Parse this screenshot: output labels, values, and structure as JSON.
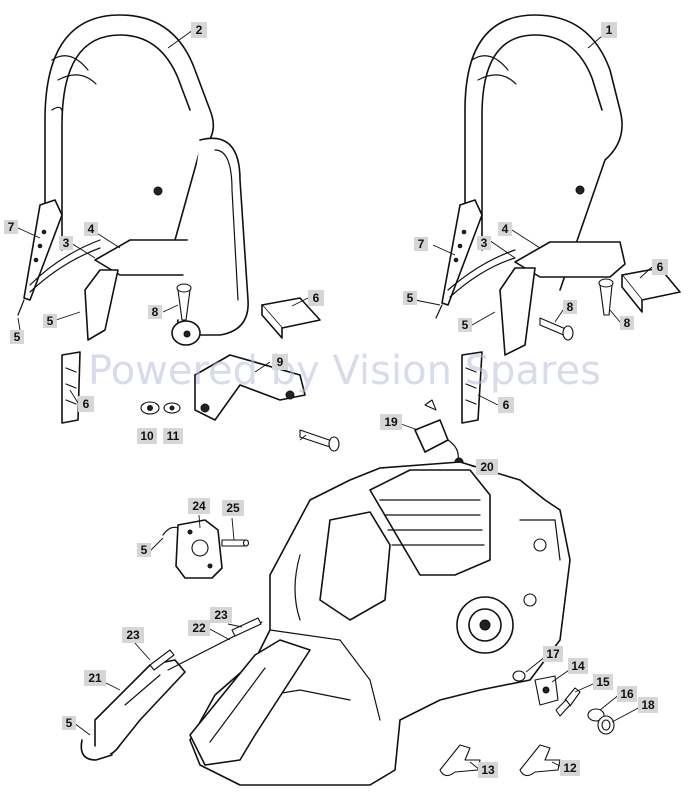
{
  "watermark": "Powered by Vision Spares",
  "callouts": [
    "1",
    "2",
    "3",
    "3",
    "4",
    "4",
    "5",
    "5",
    "5",
    "5",
    "5",
    "5",
    "6",
    "6",
    "6",
    "6",
    "7",
    "7",
    "8",
    "8",
    "8",
    "9",
    "10",
    "11",
    "12",
    "13",
    "14",
    "15",
    "16",
    "17",
    "18",
    "19",
    "20",
    "21",
    "22",
    "23",
    "23",
    "24",
    "25"
  ]
}
